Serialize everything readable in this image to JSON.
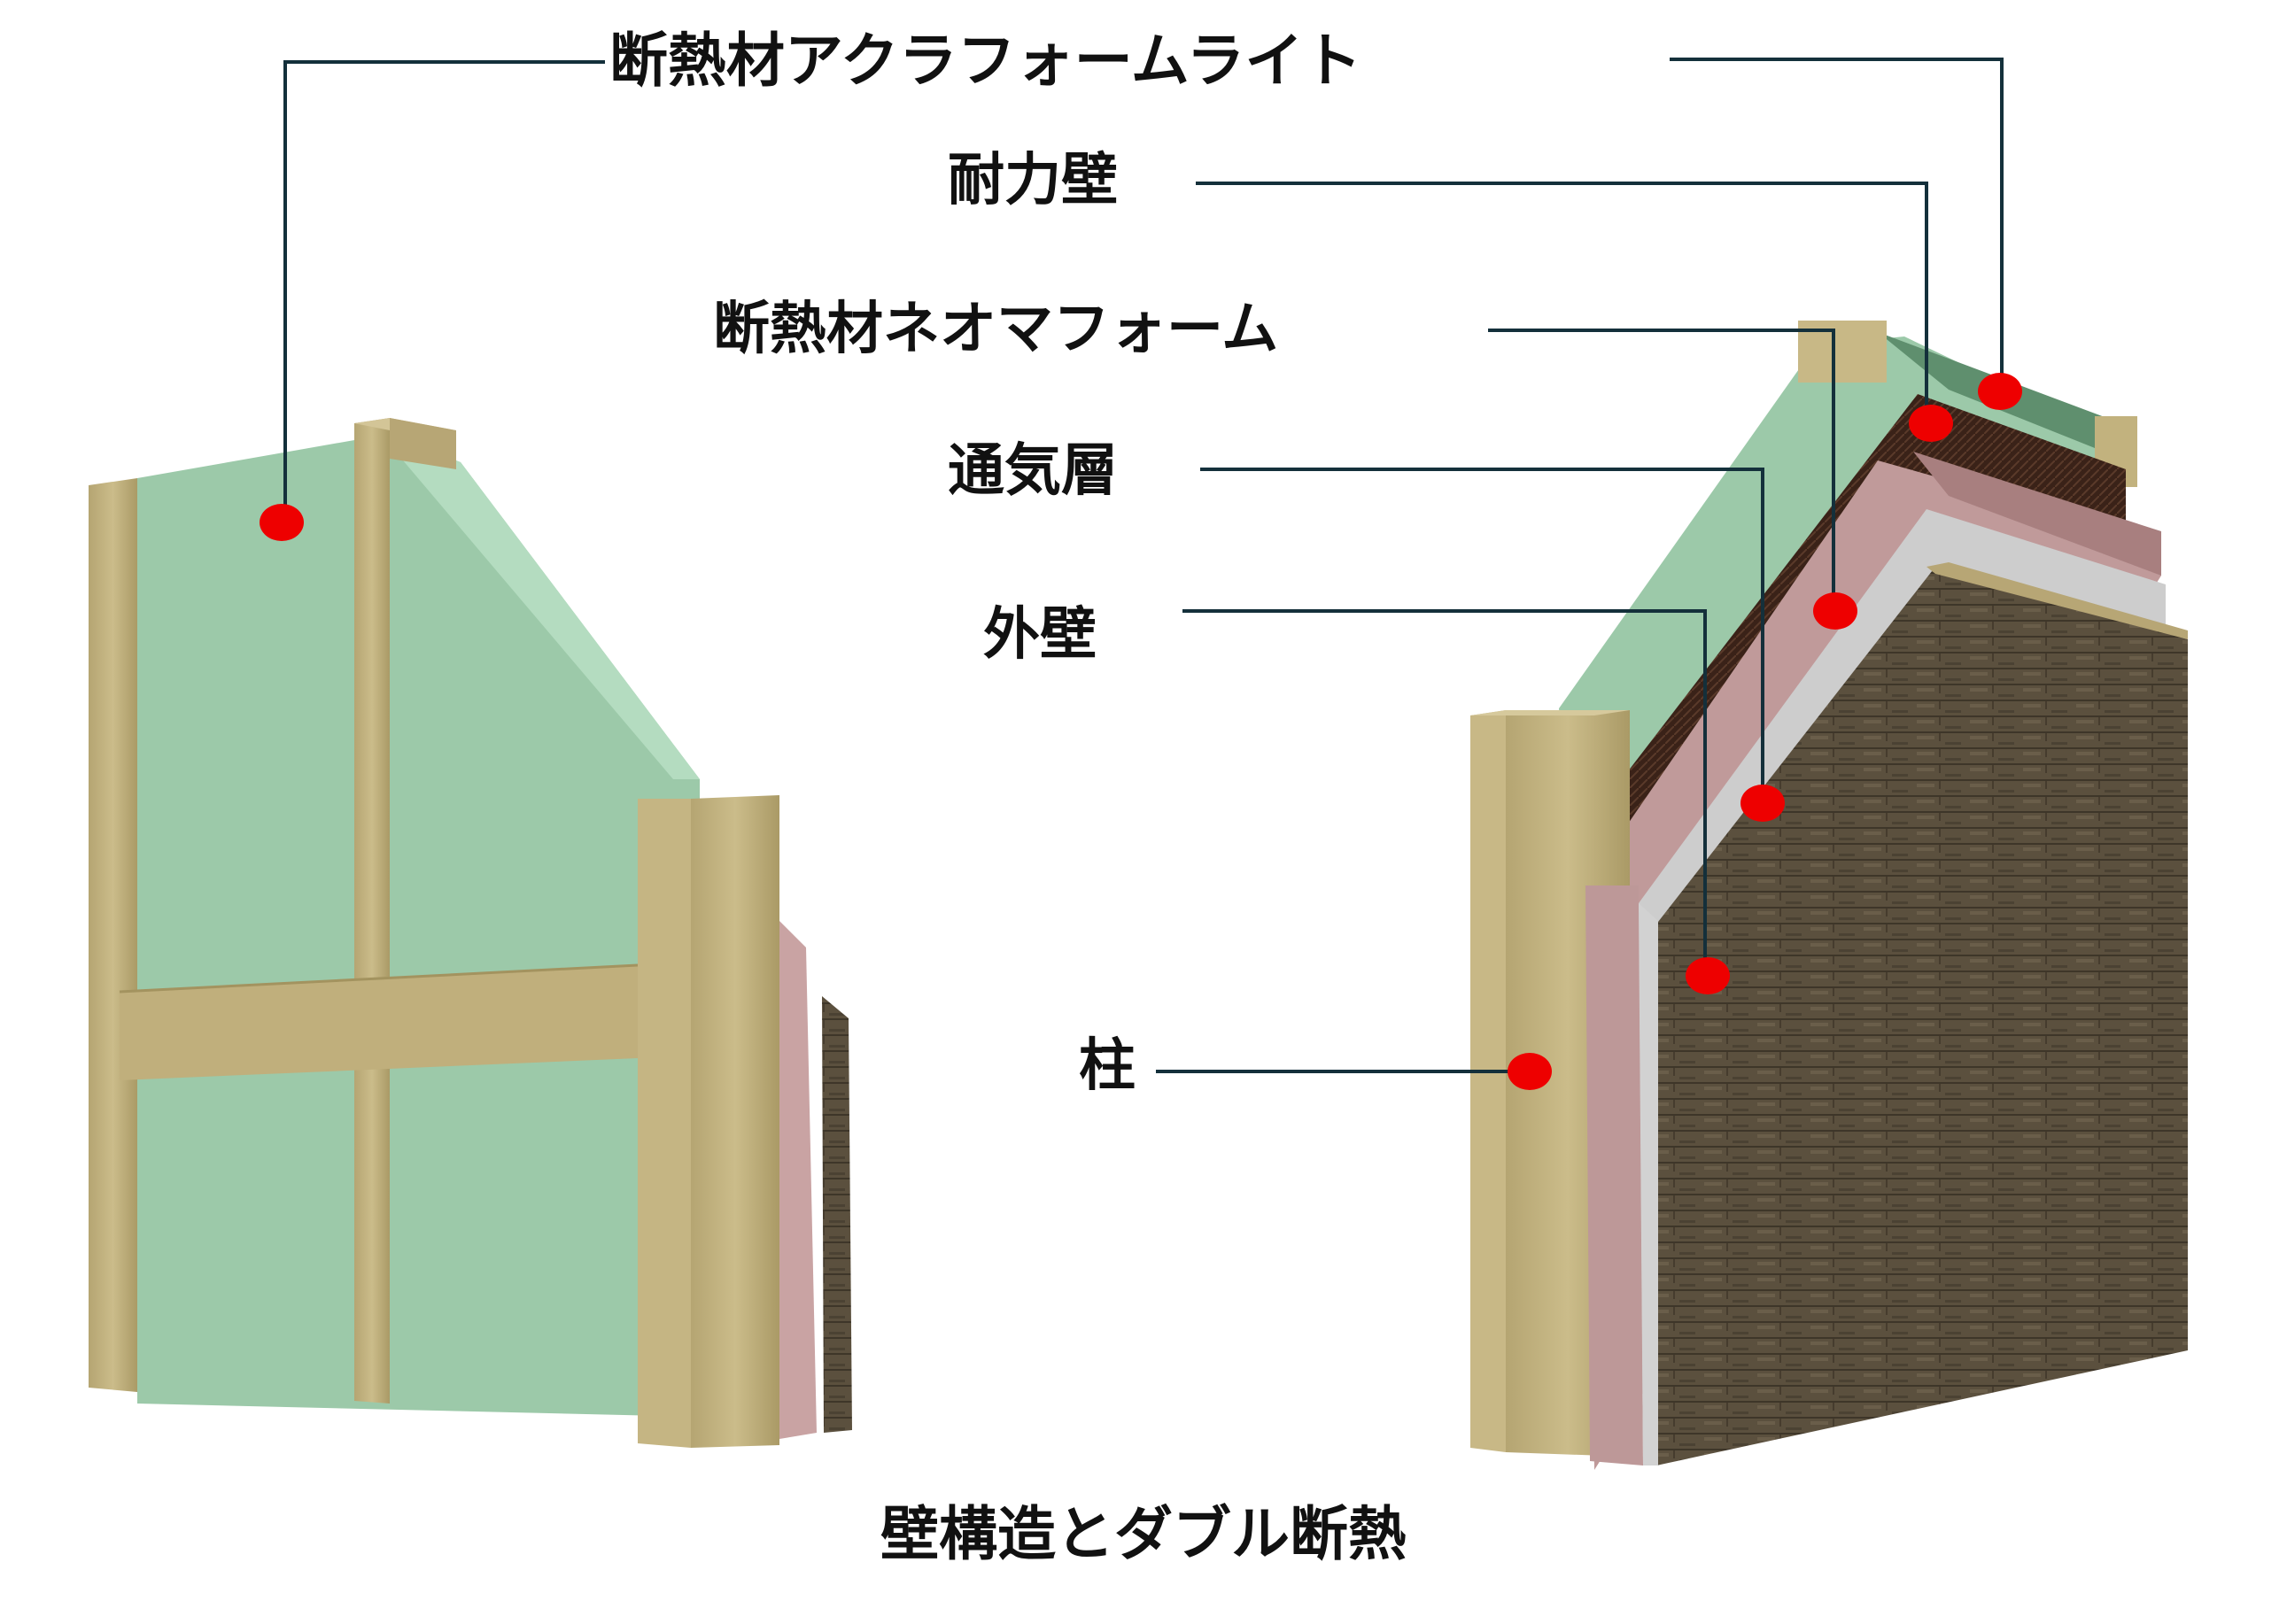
{
  "labels": {
    "acrafoam": "断熱材アクラフォームライト",
    "bearing_wall": "耐力壁",
    "neomafoam": "断熱材ネオマフォーム",
    "ventilation_layer": "通気層",
    "exterior_wall": "外壁",
    "pillar": "柱"
  },
  "caption": "壁構造とダブル断熱",
  "colors": {
    "insulation_green": "#9cc9a9",
    "insulation_green_light": "#add6b8",
    "wood": "#c2b27e",
    "wood_dark": "#a89766",
    "neoma_pink": "#c9a3a3",
    "vent_gray": "#cfcfcf",
    "siding_brown": "#5a4f3d",
    "bearing_dark": "#3a2419",
    "marker_red": "#ee0000",
    "leader_line": "#14303b"
  }
}
